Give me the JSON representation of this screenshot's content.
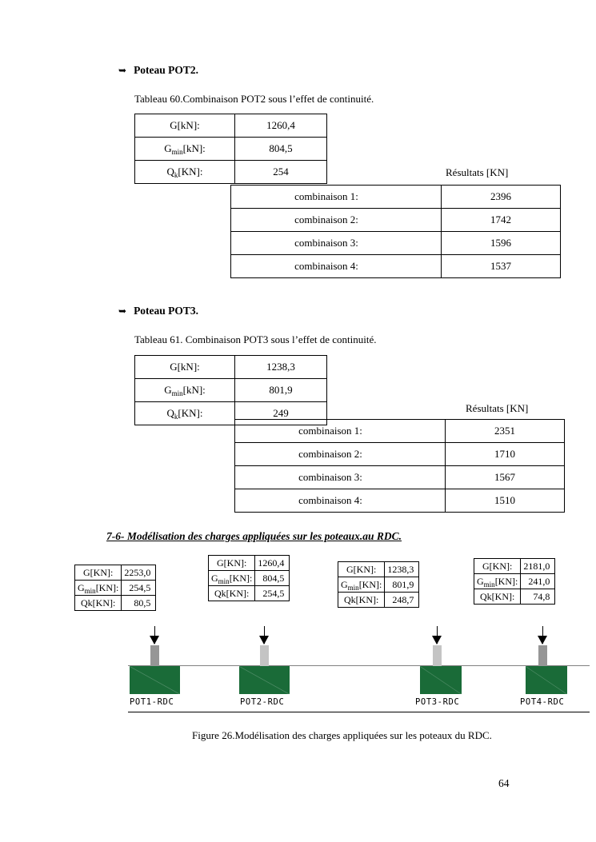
{
  "document": {
    "page_number": "64"
  },
  "sections": [
    {
      "heading": "Poteau POT2.",
      "table_caption": "Tableau 60.Combinaison POT2 sous l’effet de continuité.",
      "params": [
        {
          "key_html": "G[kN]:",
          "value": "1260,4"
        },
        {
          "key_html": "Gmin[kN]:",
          "value": "804,5"
        },
        {
          "key_html": "Qk[KN]:",
          "value": "254"
        }
      ],
      "results_label": "Résultats [KN]",
      "combinations": [
        {
          "label": "combinaison 1:",
          "value": "2396"
        },
        {
          "label": "combinaison 2:",
          "value": "1742"
        },
        {
          "label": "combinaison 3:",
          "value": "1596"
        },
        {
          "label": "combinaison 4:",
          "value": "1537"
        }
      ]
    },
    {
      "heading": "Poteau POT3.",
      "table_caption": "Tableau 61. Combinaison POT3 sous l’effet de continuité.",
      "params": [
        {
          "key_html": "G[kN]:",
          "value": "1238,3"
        },
        {
          "key_html": "Gmin[kN]:",
          "value": "801,9"
        },
        {
          "key_html": "Qk[KN]:",
          "value": "249"
        }
      ],
      "results_label": "Résultats [KN]",
      "combinations": [
        {
          "label": "combinaison 1:",
          "value": "2351"
        },
        {
          "label": "combinaison 2:",
          "value": "1710"
        },
        {
          "label": "combinaison 3:",
          "value": "1567"
        },
        {
          "label": "combinaison 4:",
          "value": "1510"
        }
      ]
    }
  ],
  "figure_section": {
    "title": "7-6- Modélisation des charges appliquées sur les poteaux.au RDC.",
    "caption": "Figure 26.Modélisation des charges appliquées sur les poteaux du RDC.",
    "colors": {
      "column_green": "#1a6b38",
      "load_bar_dark": "#969696",
      "load_bar_light": "#c4c4c4",
      "ground_line": "#808080"
    },
    "row_keys": [
      "G[KN]:",
      "Gmin[KN]:",
      "Qk[KN]:"
    ],
    "columns": [
      {
        "label": "POT1-RDC",
        "bar_shade": "dark",
        "values": [
          "2253,0",
          "254,5",
          "80,5"
        ]
      },
      {
        "label": "POT2-RDC",
        "bar_shade": "light",
        "values": [
          "1260,4",
          "804,5",
          "254,5"
        ]
      },
      {
        "label": "POT3-RDC",
        "bar_shade": "light",
        "values": [
          "1238,3",
          "801,9",
          "248,7"
        ]
      },
      {
        "label": "POT4-RDC",
        "bar_shade": "dark",
        "values": [
          "2181,0",
          "241,0",
          "74,8"
        ]
      }
    ]
  }
}
